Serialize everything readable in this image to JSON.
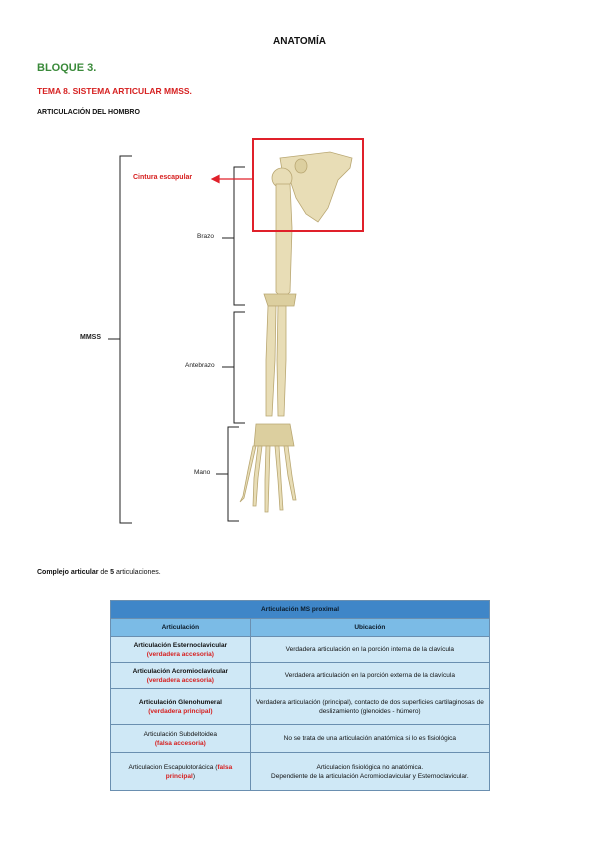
{
  "header": {
    "title": "ANATOMÍA",
    "block": "BLOQUE 3.",
    "topic": "TEMA 8. SISTEMA ARTICULAR MMSS.",
    "section": "ARTICULACIÓN DEL HOMBRO"
  },
  "figure": {
    "labels": {
      "mmss": "MMSS",
      "brazo": "Brazo",
      "antebrazo": "Antebrazo",
      "mano": "Mano",
      "cintura": "Cintura escapular"
    },
    "colors": {
      "highlight": "#e0202a",
      "bone": "#e8ddb6",
      "bone_shadow": "#c9b98a"
    }
  },
  "intro": {
    "bold1": "Complejo articular",
    "text1": " de ",
    "bold2": "5",
    "text2": " articulaciones."
  },
  "table": {
    "caption": "Articulación MS proximal",
    "col_articulacion": "Articulación",
    "col_ubicacion": "Ubicación",
    "rows": [
      {
        "name": "Articulación Esternoclavicular",
        "type": "(verdadera accesoria)",
        "loc": "Verdadera articulación en la porción interna de la clavícula"
      },
      {
        "name": "Articulación Acromioclavicular",
        "type": "(verdadera accesoria)",
        "loc": "Verdadera articulación en la porción externa de la clavícula"
      },
      {
        "name": "Articulación Glenohumeral",
        "type": "(verdadera principal)",
        "loc": "Verdadera articulación (principal), contacto de dos superficies cartilaginosas de deslizamiento (glenoides - húmero)"
      },
      {
        "name": "Articulación Subdeltoidea",
        "type": "(falsa accesoria)",
        "loc": "No se trata de una articulación anatómica si lo es fisiológica"
      },
      {
        "name": "Articulacion Escapulotorácica",
        "type_open": " (",
        "type": "falsa principal",
        "type_close": ")",
        "loc_l1": "Articulacion fisiológica no anatómica.",
        "loc_l2": "Dependiente de la articulación Acromioclavicular y Esternoclavicular."
      }
    ]
  }
}
